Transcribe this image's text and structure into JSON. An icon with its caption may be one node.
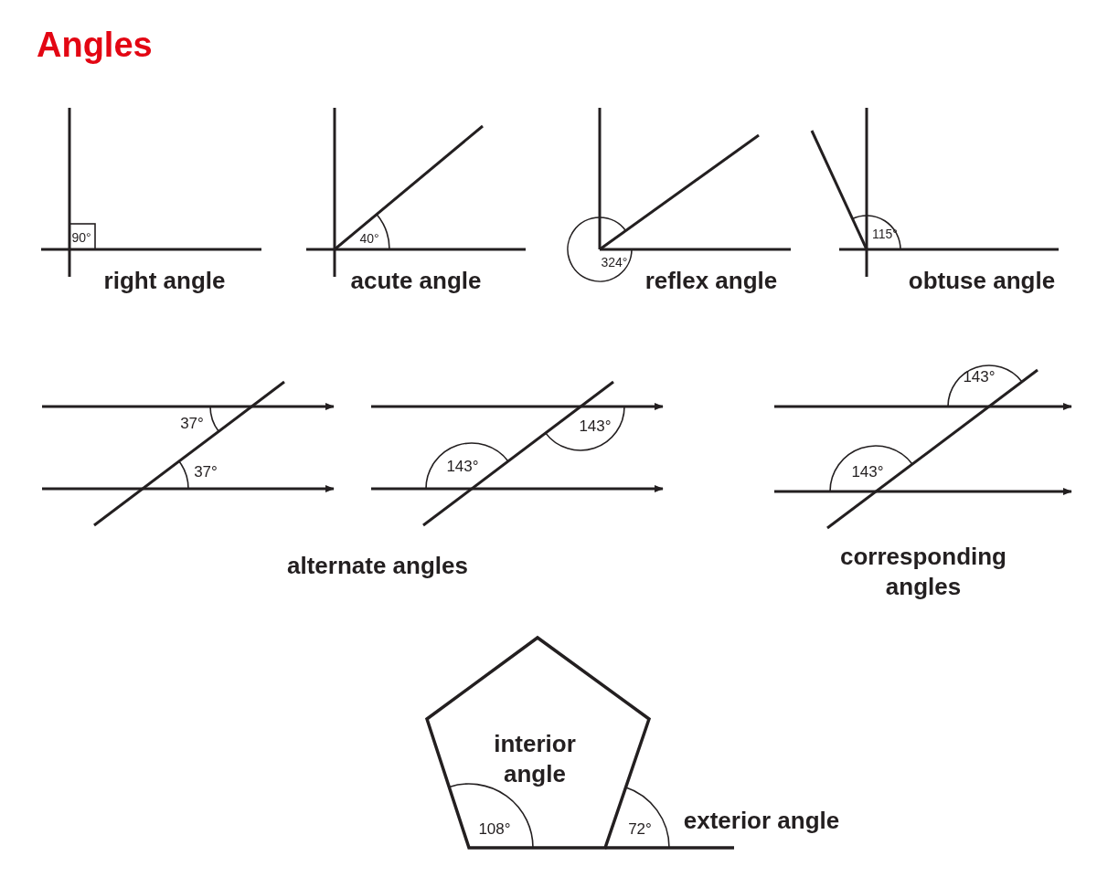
{
  "diagram": {
    "title": "Angles",
    "labels": [
      "90°",
      "right angle",
      "40°",
      "acute angle",
      "324°",
      "reflex angle",
      "115°",
      "obtuse angle",
      "37°",
      "37°",
      "143°",
      "143°",
      "alternate angles",
      "143°",
      "143°",
      "corresponding angles",
      "interior angle",
      "108°",
      "72°",
      "exterior angle"
    ]
  }
}
